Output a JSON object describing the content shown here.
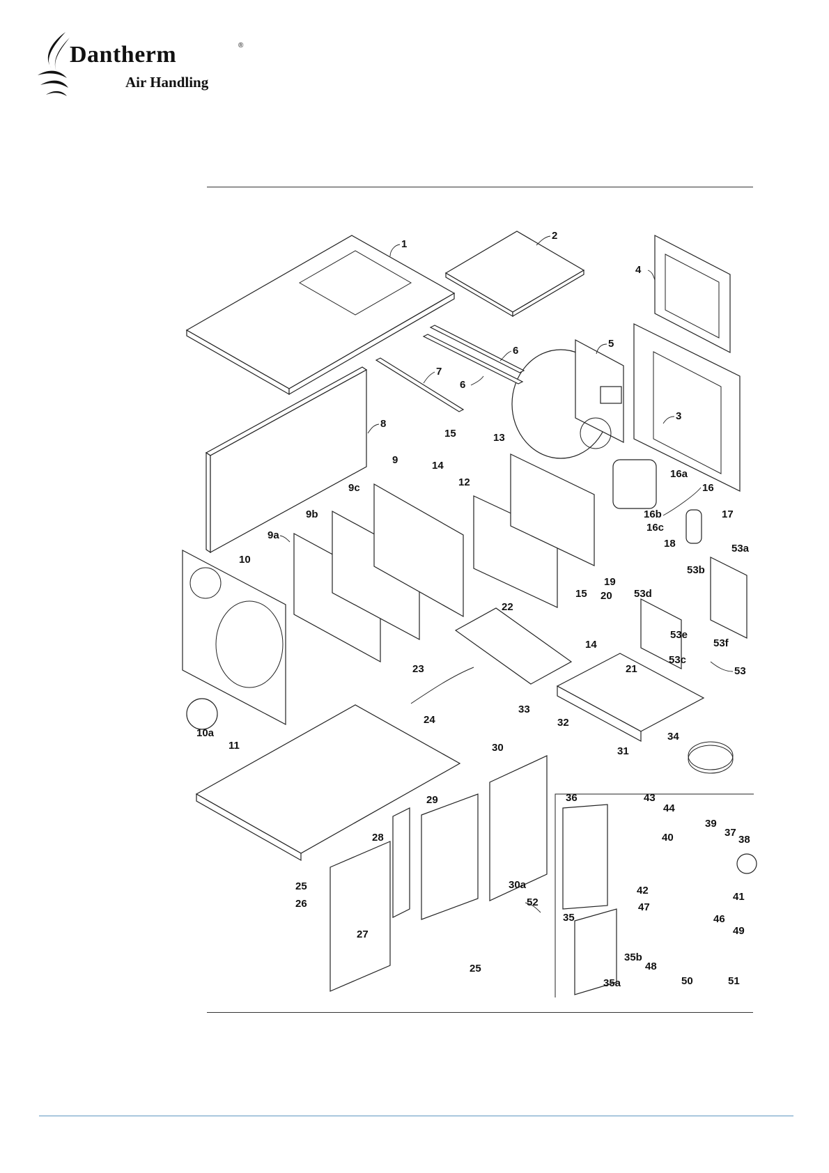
{
  "brand": {
    "name": "Dantherm",
    "registered_mark": "®",
    "tagline": "Air Handling"
  },
  "diagram": {
    "part_labels": [
      "1",
      "2",
      "3",
      "4",
      "5",
      "6",
      "6",
      "7",
      "8",
      "9",
      "9a",
      "9b",
      "9c",
      "10",
      "10a",
      "11",
      "12",
      "13",
      "14",
      "14",
      "15",
      "15",
      "16",
      "16a",
      "16b",
      "16c",
      "17",
      "18",
      "19",
      "20",
      "21",
      "22",
      "23",
      "24",
      "25",
      "25",
      "26",
      "27",
      "28",
      "29",
      "30",
      "30a",
      "31",
      "32",
      "33",
      "34",
      "35",
      "35a",
      "35b",
      "36",
      "37",
      "38",
      "39",
      "40",
      "41",
      "42",
      "43",
      "44",
      "46",
      "47",
      "48",
      "49",
      "50",
      "51",
      "52",
      "53",
      "53a",
      "53b",
      "53c",
      "53d",
      "53e",
      "53f"
    ]
  },
  "colors": {
    "line": "#222222",
    "footer_rule": "#a9c7de"
  }
}
